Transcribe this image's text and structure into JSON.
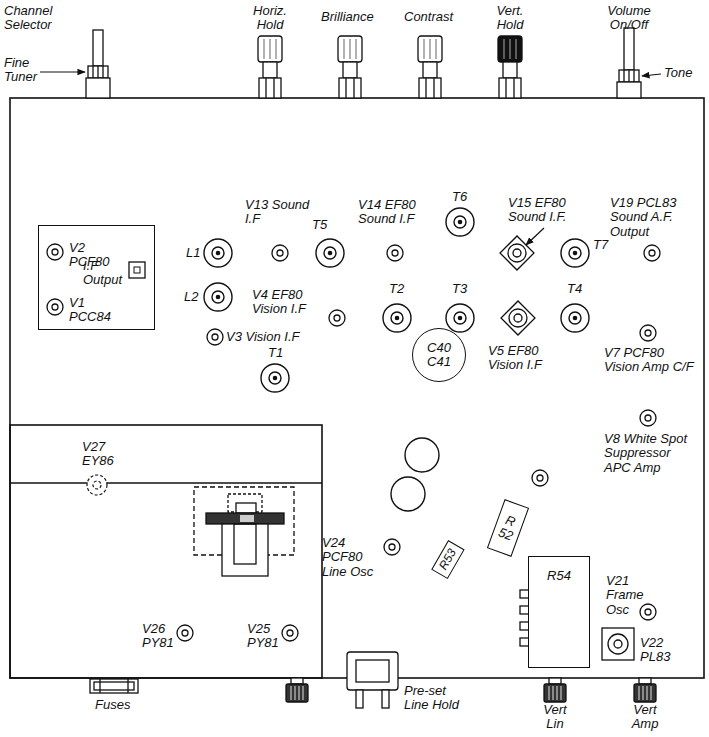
{
  "diagram": {
    "nodes": [
      {
        "text": [
          "V2 PCF80",
          "I.F Output",
          "V1 PCC84"
        ]
      },
      {
        "text": [
          "C40 C41"
        ]
      },
      {
        "text": [
          "R 52"
        ]
      },
      {
        "text": [
          "R53"
        ]
      },
      {
        "text": [
          "R54"
        ]
      }
    ],
    "labels": [
      "Channel Selector",
      "Fine Tuner",
      "Horiz. Hold",
      "Brilliance",
      "Contrast",
      "Vert. Hold",
      "Volume On/Off",
      "Tone",
      "V13 Sound I.F",
      "V14 EF80 Sound I.F",
      "T6",
      "V15 EF80 Sound I.F.",
      "V19 PCL83 Sound A.F. Output",
      "L1",
      "T5",
      "T7",
      "L2",
      "V4 EF80 Vision I.F",
      "T2",
      "T3",
      "T4",
      "V3 Vision I.F",
      "V5 EF80 Vision I.F",
      "V7 PCF80 Vision Amp C/F",
      "T1",
      "V8 White Spot Suppressor APC Amp",
      "V27 EY86",
      "V24 PCF80 Line Osc",
      "V21 Frame Osc",
      "V26 PY81",
      "V25 PY81",
      "V22 PL83",
      "Fuses",
      "Pre-set Line Hold",
      "Vert Lin",
      "Vert Amp"
    ]
  }
}
